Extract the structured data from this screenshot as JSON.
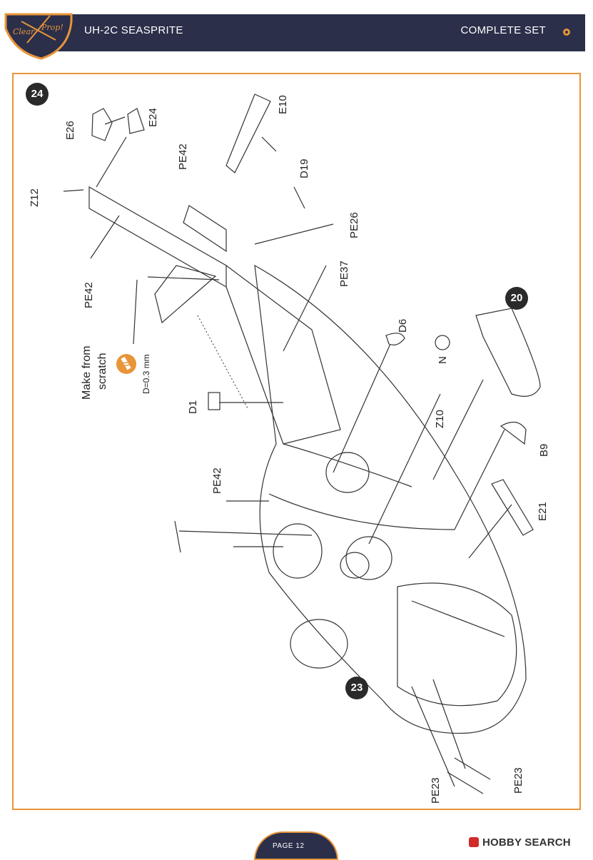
{
  "header": {
    "logo_text": "Clear Prop!",
    "title": "UH-2C SEASPRITE",
    "set_label": "COMPLETE SET"
  },
  "steps": {
    "step_main": "24",
    "step_ref_a": "20",
    "step_ref_b": "23"
  },
  "labels": {
    "E26": "E26",
    "E24": "E24",
    "E10": "E10",
    "PE42_top": "PE42",
    "D19": "D19",
    "Z12": "Z12",
    "PE26": "PE26",
    "PE42_left": "PE42",
    "PE37": "PE37",
    "D6": "D6",
    "N": "N",
    "D1": "D1",
    "Z10": "Z10",
    "B9": "B9",
    "PE42_mid": "PE42",
    "E21": "E21",
    "PE23_left": "PE23",
    "PE23_right": "PE23"
  },
  "scratch_note": {
    "line1": "Make from",
    "line2": "scratch",
    "diameter": "D=0.3 mm"
  },
  "footer": {
    "page": "PAGE 12",
    "watermark": "HOBBY SEARCH"
  },
  "colors": {
    "accent": "#e8953a",
    "header_bg": "#2b2f4a",
    "badge": "#2a2a2a"
  }
}
